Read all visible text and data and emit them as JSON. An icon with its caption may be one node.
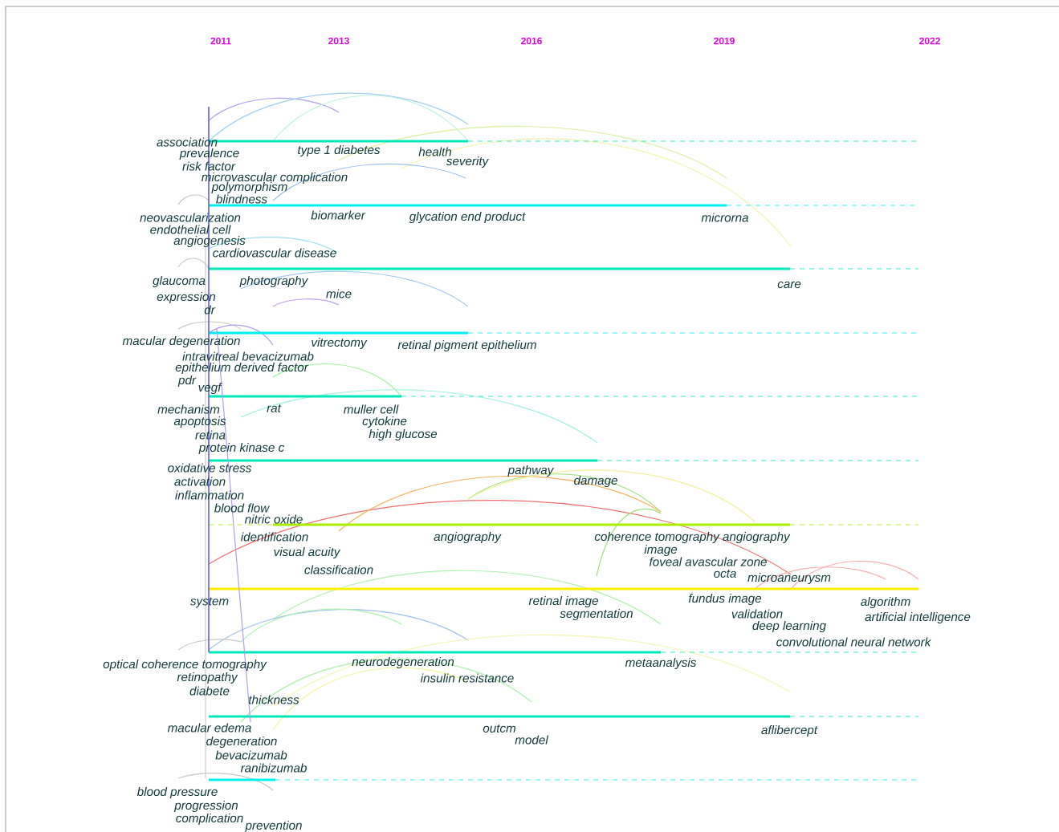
{
  "diagram": {
    "labels": [
      "2011",
      "2013",
      "2016",
      "2019",
      "2022",
      "association",
      "prevalence",
      "risk factor",
      "type 1 diabetes",
      "health",
      "severity",
      "microvascular complication",
      "polymorphism",
      "blindness",
      "neovascularization",
      "biomarker",
      "glycation end product",
      "microrna",
      "endothelial cell",
      "angiogenesis",
      "cardiovascular disease",
      "glaucoma",
      "photography",
      "care",
      "expression",
      "mice",
      "dr",
      "macular degeneration",
      "vitrectomy",
      "retinal pigment epithelium",
      "intravitreal bevacizumab",
      "epithelium derived factor",
      "pdr",
      "vegf",
      "mechanism",
      "rat",
      "muller cell",
      "apoptosis",
      "cytokine",
      "retina",
      "high glucose",
      "protein kinase c",
      "oxidative stress",
      "pathway",
      "activation",
      "damage",
      "inflammation",
      "blood flow",
      "nitric oxide",
      "identification",
      "angiography",
      "coherence tomography angiography",
      "visual acuity",
      "image",
      "classification",
      "foveal avascular zone",
      "octa",
      "microaneurysm",
      "system",
      "retinal image",
      "fundus image",
      "algorithm",
      "segmentation",
      "validation",
      "artificial intelligence",
      "deep learning",
      "convolutional neural network",
      "optical coherence tomography",
      "neurodegeneration",
      "metaanalysis",
      "retinopathy",
      "insulin resistance",
      "diabete",
      "thickness",
      "macular edema",
      "outcm",
      "aflibercept",
      "degeneration",
      "model",
      "bevacizumab",
      "ranibizumab",
      "blood pressure",
      "progression",
      "complication",
      "prevention"
    ]
  }
}
